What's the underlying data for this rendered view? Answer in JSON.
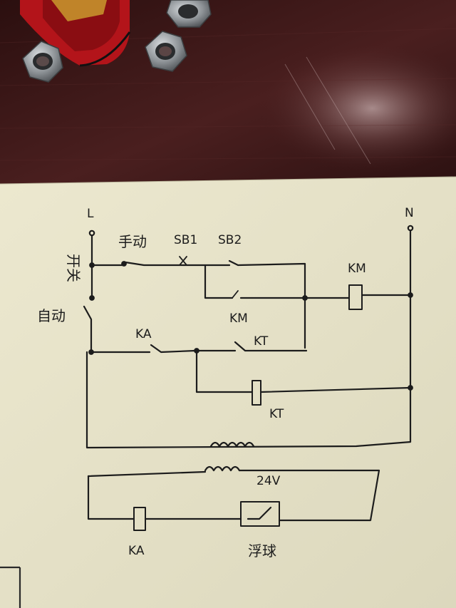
{
  "diagram": {
    "labels": {
      "L": "L",
      "N": "N",
      "selector": "开关",
      "manual": "手动",
      "auto": "自动",
      "sb1": "SB1",
      "sb2": "SB2",
      "km_coil": "KM",
      "km_contact": "KM",
      "ka_contact": "KA",
      "kt_contact": "KT",
      "kt_coil": "KT",
      "voltage": "24V",
      "ka_coil": "KA",
      "float_switch": "浮球"
    },
    "colors": {
      "paper": "#e6e2c6",
      "table": "#3a1616",
      "ink": "#1c1c1c"
    }
  }
}
